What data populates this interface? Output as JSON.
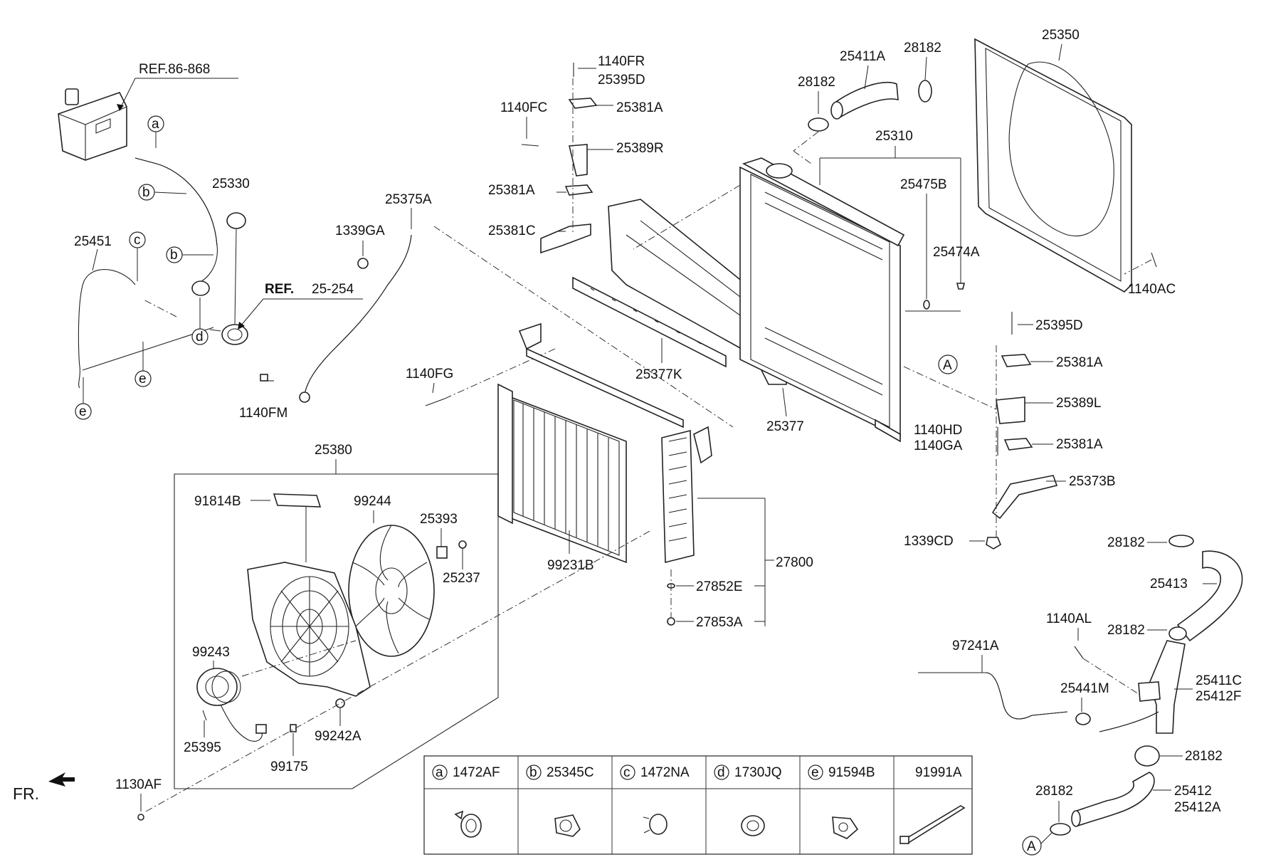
{
  "labels": {
    "ref_86_868": "REF.86-868",
    "ref_25_254_a": "REF.",
    "ref_25_254_b": "25-254",
    "p25330": "25330",
    "p25451": "25451",
    "p25375A": "25375A",
    "p1339GA": "1339GA",
    "p1140FM": "1140FM",
    "p1140FR": "1140FR",
    "p25395D_top": "25395D",
    "p1140FC": "1140FC",
    "p25381A_1": "25381A",
    "p25389R": "25389R",
    "p25381A_2": "25381A",
    "p25381C": "25381C",
    "p25377K": "25377K",
    "p1140FG": "1140FG",
    "p25377": "25377",
    "p25411A": "25411A",
    "p28182_a": "28182",
    "p28182_b": "28182",
    "p25310": "25310",
    "p25475B": "25475B",
    "p25474A": "25474A",
    "p25350": "25350",
    "p1140AC": "1140AC",
    "p25395D_r": "25395D",
    "p25381A_r1": "25381A",
    "p25389L": "25389L",
    "p1140HD": "1140HD",
    "p1140GA": "1140GA",
    "p25381A_r2": "25381A",
    "p25373B": "25373B",
    "p1339CD": "1339CD",
    "p25380": "25380",
    "p91814B": "91814B",
    "p99244": "99244",
    "p25393": "25393",
    "p25237": "25237",
    "p99243": "99243",
    "p25395": "25395",
    "p99175": "99175",
    "p99242A": "99242A",
    "p1130AF": "1130AF",
    "p99231B": "99231B",
    "p27800": "27800",
    "p27852E": "27852E",
    "p27853A": "27853A",
    "p28182_c": "28182",
    "p25413": "25413",
    "p28182_d": "28182",
    "p1140AL": "1140AL",
    "p97241A": "97241A",
    "p25441M": "25441M",
    "p25411C": "25411C",
    "p25412F": "25412F",
    "p28182_e": "28182",
    "p28182_f": "28182",
    "p25412": "25412",
    "p25412A": "25412A",
    "fr": "FR."
  },
  "callouts": {
    "a": "a",
    "b1": "b",
    "b2": "b",
    "c": "c",
    "d": "d",
    "e1": "e",
    "e2": "e",
    "A1": "A",
    "A2": "A"
  },
  "legend": [
    {
      "letter": "a",
      "part": "1472AF",
      "icon": "hose-clamp-icon"
    },
    {
      "letter": "b",
      "part": "25345C",
      "icon": "clip-icon"
    },
    {
      "letter": "c",
      "part": "1472NA",
      "icon": "spring-clamp-icon"
    },
    {
      "letter": "d",
      "part": "1730JQ",
      "icon": "grommet-icon"
    },
    {
      "letter": "e",
      "part": "91594B",
      "icon": "connector-clip-icon"
    },
    {
      "letter": "",
      "part": "91991A",
      "icon": "cable-tie-icon"
    }
  ]
}
